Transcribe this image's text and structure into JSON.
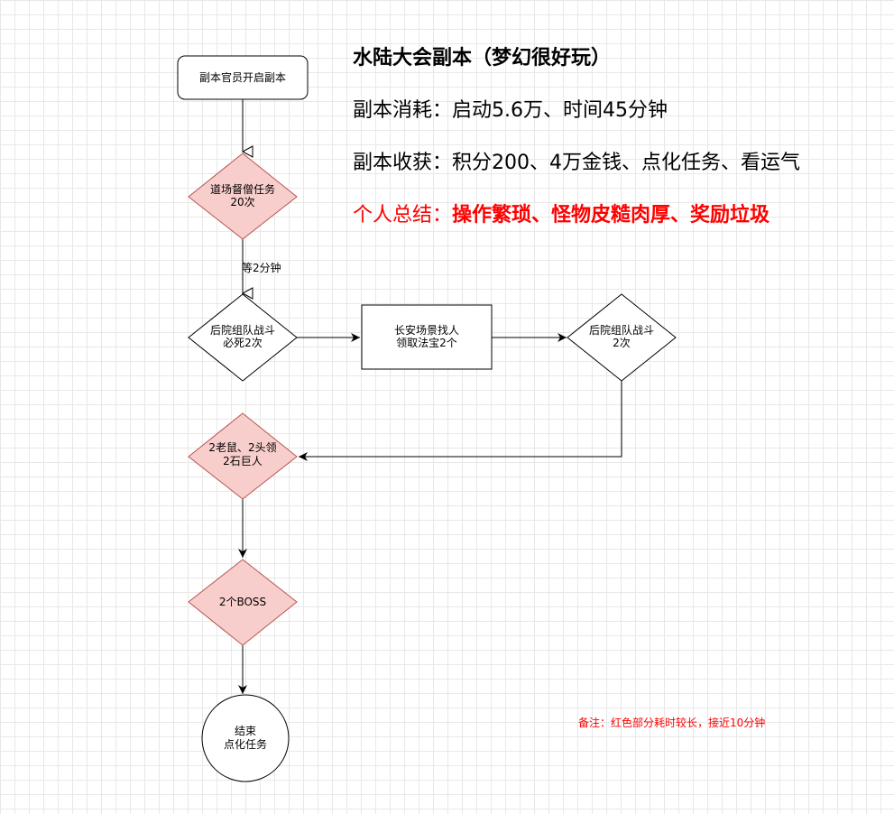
{
  "header": {
    "title": "水陆大会副本（梦幻很好玩）",
    "cost": "副本消耗：启动5.6万、时间45分钟",
    "reward": "副本收获：积分200、4万金钱、点化任务、看运气",
    "summary_label": "个人总结：",
    "summary_text": "操作繁琐、怪物皮糙肉厚、奖励垃圾"
  },
  "nodes": {
    "start": "副本官员开启副本",
    "task1": [
      "道场督僧任务",
      "20次"
    ],
    "wait": "等2分钟",
    "fight1": [
      "后院组队战斗",
      "必死2次"
    ],
    "changan": [
      "长安场景找人",
      "领取法宝2个"
    ],
    "fight2": [
      "后院组队战斗",
      "2次"
    ],
    "monsters": [
      "2老鼠、2头领",
      "2石巨人"
    ],
    "boss": "2个BOSS",
    "end": [
      "结束",
      "点化任务"
    ]
  },
  "note": "备注：红色部分耗时较长，接近10分钟",
  "colors": {
    "red_fill": "#f8cecc",
    "red_stroke": "#b85450",
    "accent": "#ff0000"
  }
}
